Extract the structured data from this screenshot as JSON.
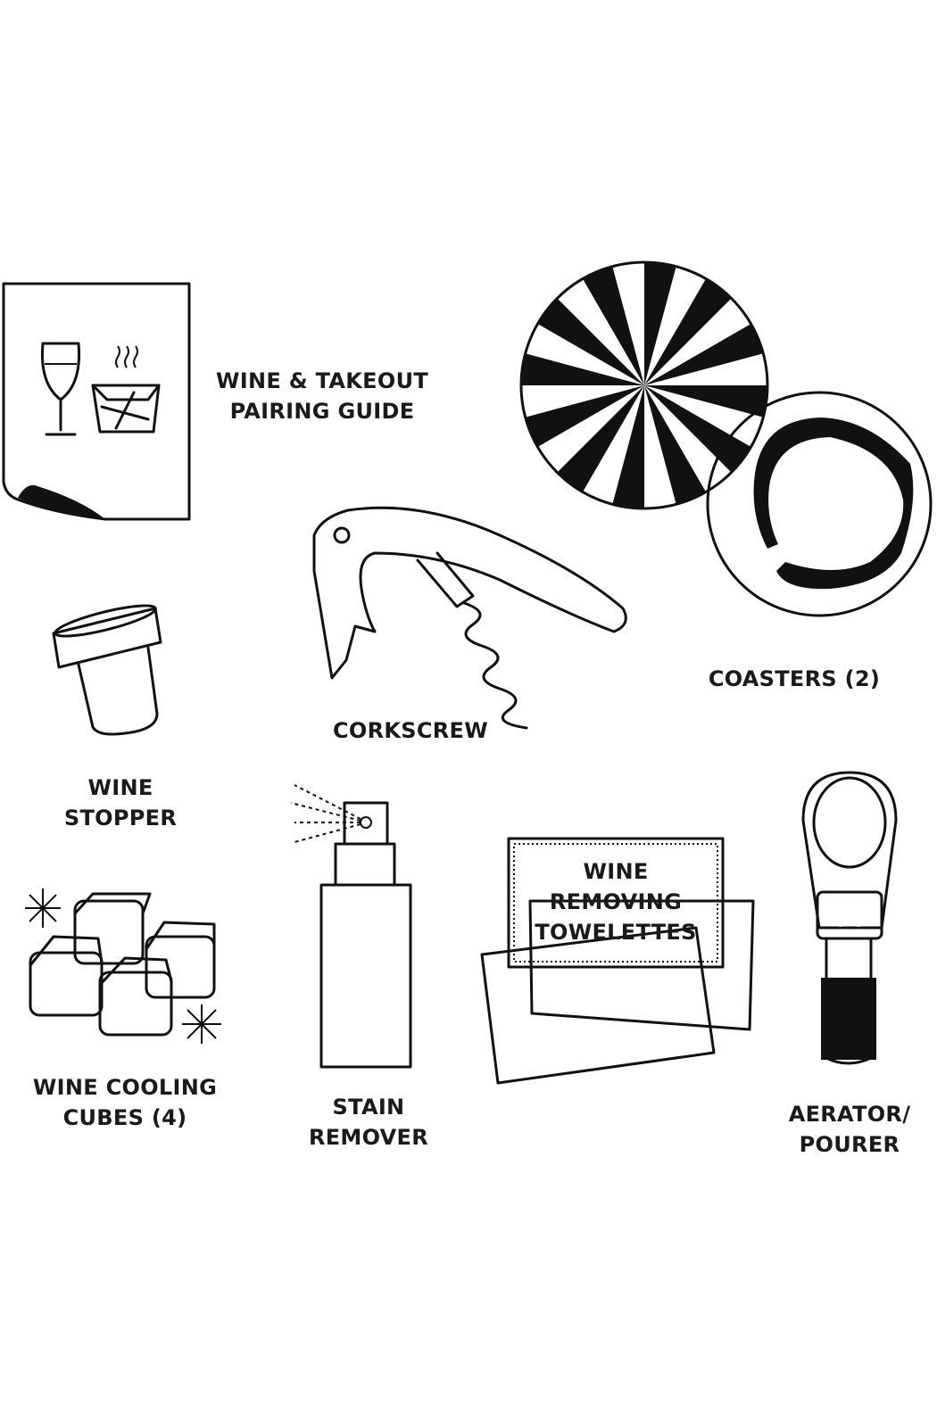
{
  "items": {
    "guide": {
      "line1": "WINE & TAKEOUT",
      "line2": "PAIRING GUIDE"
    },
    "coasters": {
      "line1": "COASTERS (2)"
    },
    "corkscrew": {
      "line1": "CORKSCREW"
    },
    "stopper": {
      "line1": "WINE",
      "line2": "STOPPER"
    },
    "towelettes": {
      "line1": "WINE",
      "line2": "REMOVING",
      "line3": "TOWELETTES"
    },
    "cubes": {
      "line1": "WINE COOLING",
      "line2": "CUBES (4)"
    },
    "stain": {
      "line1": "STAIN",
      "line2": "REMOVER"
    },
    "aerator": {
      "line1": "AERATOR/",
      "line2": "POURER"
    }
  },
  "colors": {
    "ink": "#111111",
    "background": "#ffffff"
  }
}
